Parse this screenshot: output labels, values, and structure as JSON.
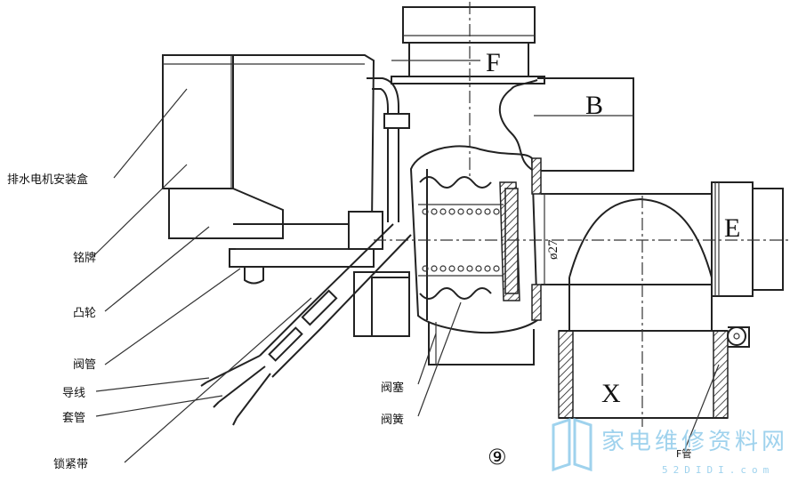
{
  "labels": {
    "motor_box": "排水电机安装盒",
    "nameplate": "铭牌",
    "cam": "凸轮",
    "valve_tube": "阀管",
    "wire": "导线",
    "sleeve": "套管",
    "tie_strap": "锁紧带",
    "valve_plug": "阀塞",
    "valve_spring": "阀簧",
    "f_pipe": "F管"
  },
  "letters": {
    "f": "F",
    "b": "B",
    "e": "E",
    "x": "X"
  },
  "dimension": "ø27",
  "figure_number": "⑨",
  "watermark": {
    "text": "家电维修资料网",
    "url": "52DIDI.com"
  },
  "colors": {
    "line": "#222222",
    "watermark": "#7fc4e8"
  }
}
